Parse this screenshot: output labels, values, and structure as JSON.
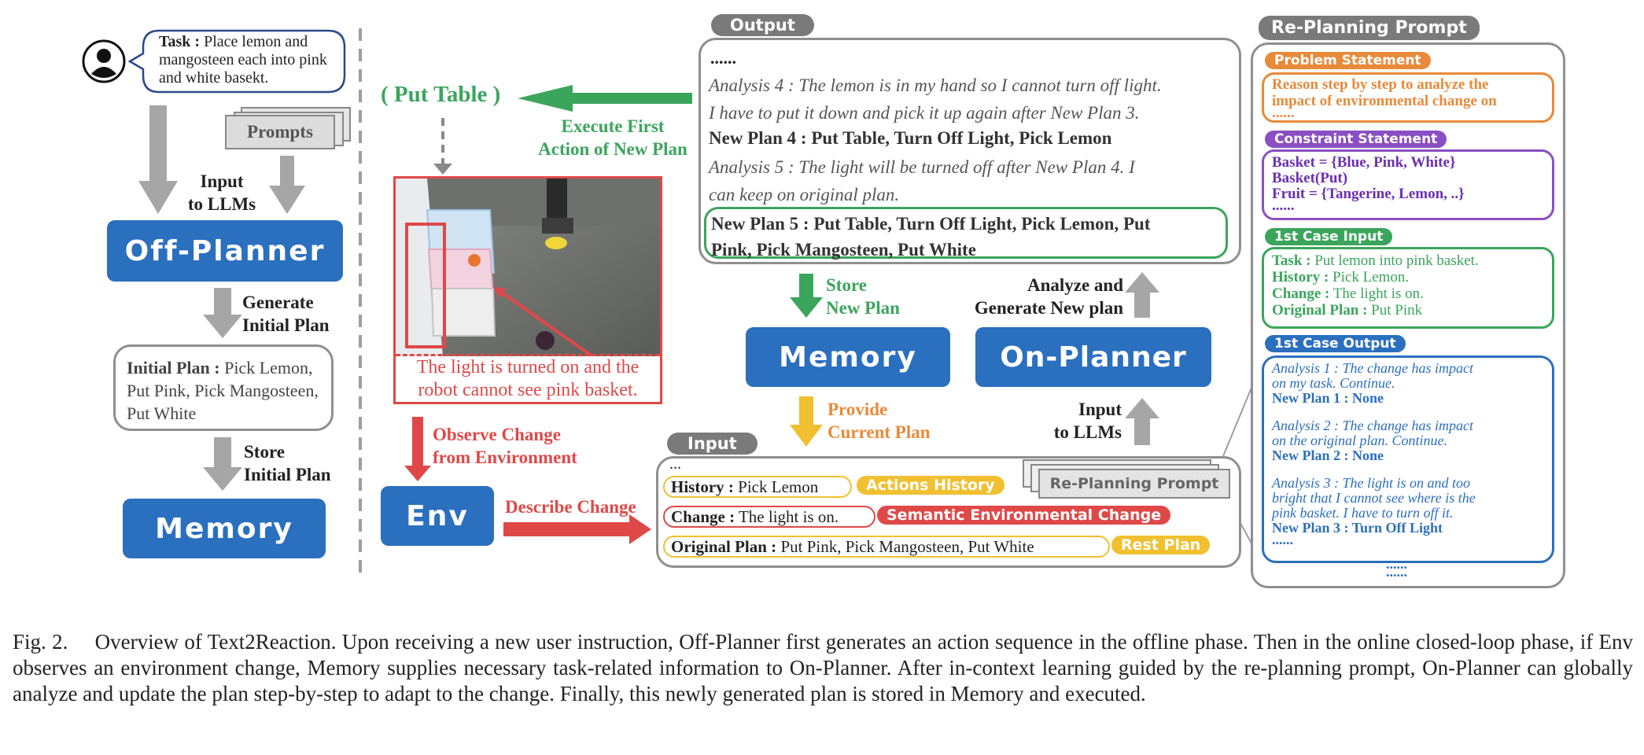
{
  "figure": {
    "caption": "Fig. 2.  Overview of Text2Reaction. Upon receiving a new user instruction, Off-Planner first generates an action sequence in the offline phase. Then in the online closed-loop phase, if Env observes an environment change, Memory supplies necessary task-related information to On-Planner. After in-context learning guided by the re-planning prompt, On-Planner can globally analyze and update the plan step-by-step to adapt to the change. Finally, this newly generated plan is stored in Memory and executed."
  },
  "offline": {
    "task_label": "Task :",
    "task_text": "Place lemon and mangosteen each into pink and white basekt.",
    "prompts": "Prompts",
    "input_llms_1": "Input",
    "input_llms_2": "to LLMs",
    "off_planner": "Off-Planner",
    "generate_1": "Generate",
    "generate_2": "Initial Plan",
    "initial_plan_label": "Initial Plan :",
    "initial_plan_text": "Pick Lemon, Put Pink, Pick Mangosteen, Put White",
    "store_1": "Store",
    "store_2": "Initial Plan",
    "memory": "Memory"
  },
  "online": {
    "put_table": "( Put Table )",
    "execute_1": "Execute First",
    "execute_2": "Action of New Plan",
    "scene_caption_1": "The light is turned on and the",
    "scene_caption_2": "robot cannot see pink basket.",
    "observe_1": "Observe Change",
    "observe_2": "from Environment",
    "env": "Env",
    "describe_change": "Describe Change",
    "store_new_1": "Store",
    "store_new_2": "New Plan",
    "memory": "Memory",
    "provide_1": "Provide",
    "provide_2": "Current Plan",
    "on_planner": "On-Planner",
    "analyze_1": "Analyze and",
    "analyze_2": "Generate New plan",
    "input_1": "Input",
    "input_2": "to LLMs"
  },
  "output_panel": {
    "title": "Output",
    "dots": "......",
    "analysis4_a": "Analysis 4 :  The lemon is in my hand so I cannot turn off light.",
    "analysis4_b": "I have to put it down and pick it up again after New Plan 3.",
    "newplan4": "New Plan 4 : Put Table, Turn Off Light, Pick Lemon",
    "analysis5_a": "Analysis 5 :  The light will be turned off after New Plan 4. I",
    "analysis5_b": "can keep on original plan.",
    "newplan5_a": "New Plan 5 : Put Table, Turn Off Light, Pick Lemon, Put",
    "newplan5_b": "Pink, Pick Mangosteen, Put White"
  },
  "input_panel": {
    "title": "Input",
    "dots": "...",
    "replanning_prompt": "Re-Planning Prompt",
    "history_label": "History :",
    "history_text": "Pick Lemon",
    "history_tag": "Actions History",
    "change_label": "Change :",
    "change_text": "The light is on.",
    "change_tag": "Semantic Environmental Change",
    "original_label": "Original Plan :",
    "original_text": "Put Pink, Pick Mangosteen, Put White",
    "original_tag": "Rest Plan"
  },
  "replanning": {
    "title": "Re-Planning Prompt",
    "problem_tag": "Problem Statement",
    "problem_text_1": "Reason step by step to analyze the",
    "problem_text_2": "impact of environmental change on",
    "problem_text_3": "......",
    "constraint_tag": "Constraint Statement",
    "constraint_1": "Basket = {Blue, Pink, White}",
    "constraint_2": "Basket(Put)",
    "constraint_3": "Fruit = {Tangerine, Lemon, ..}",
    "constraint_4": "......",
    "case_input_tag": "1st Case Input",
    "ci_task_label": "Task :",
    "ci_task_text": "Put lemon into pink basket.",
    "ci_history_label": "History :",
    "ci_history_text": "Pick Lemon.",
    "ci_change_label": "Change :",
    "ci_change_text": "The light is on.",
    "ci_original_label": "Original Plan :",
    "ci_original_text": "Put Pink",
    "case_output_tag": "1st Case Output",
    "co_a1_1": "Analysis 1 : The change has impact",
    "co_a1_2": "on my task. Continue.",
    "co_p1": "New Plan 1 : None",
    "co_a2_1": "Analysis 2 : The change has impact",
    "co_a2_2": "on the original plan. Continue.",
    "co_p2": "New Plan 2 : None",
    "co_a3_1": "Analysis 3 : The light is on and too",
    "co_a3_2": "bright that I cannot see where is the",
    "co_a3_3": "pink basket. I have to turn off it.",
    "co_p3": "New Plan 3 : Turn Off Light",
    "co_dots": "......",
    "bottom_dots_1": "......",
    "bottom_dots_2": "......"
  },
  "colors": {
    "blue_box": "#2b6fbf",
    "green": "#3ba55c",
    "red": "#e04848",
    "orange": "#e88a3a",
    "purple": "#8a4fc2",
    "yellow": "#f0c030",
    "gray_arrow": "#9e9e9e"
  }
}
